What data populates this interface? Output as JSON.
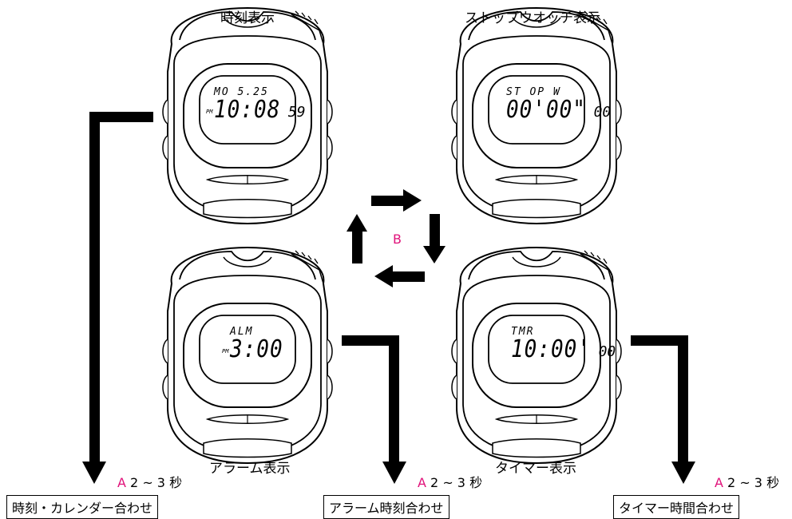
{
  "labels": {
    "time_display": "時刻表示",
    "stopwatch_display": "ストップウオッチ表示",
    "alarm_display": "アラーム表示",
    "timer_display": "タイマー表示"
  },
  "center_button": "B",
  "press_hint": {
    "button": "A",
    "duration": "2 ~ 3 秒"
  },
  "boxes": {
    "time_set": "時刻・カレンダー合わせ",
    "alarm_set": "アラーム時刻合わせ",
    "timer_set": "タイマー時間合わせ"
  },
  "watches": {
    "time": {
      "top": "MO 5.25",
      "pm": "PM",
      "main": "10:08",
      "sec": "59"
    },
    "stopwatch": {
      "top": "ST OP W",
      "main": "00'00\"",
      "sec": "00"
    },
    "alarm": {
      "top": "ALM",
      "pm": "PM",
      "main": "3:00"
    },
    "timer": {
      "top": "TMR",
      "main": "10:00'",
      "sec": "00"
    }
  }
}
